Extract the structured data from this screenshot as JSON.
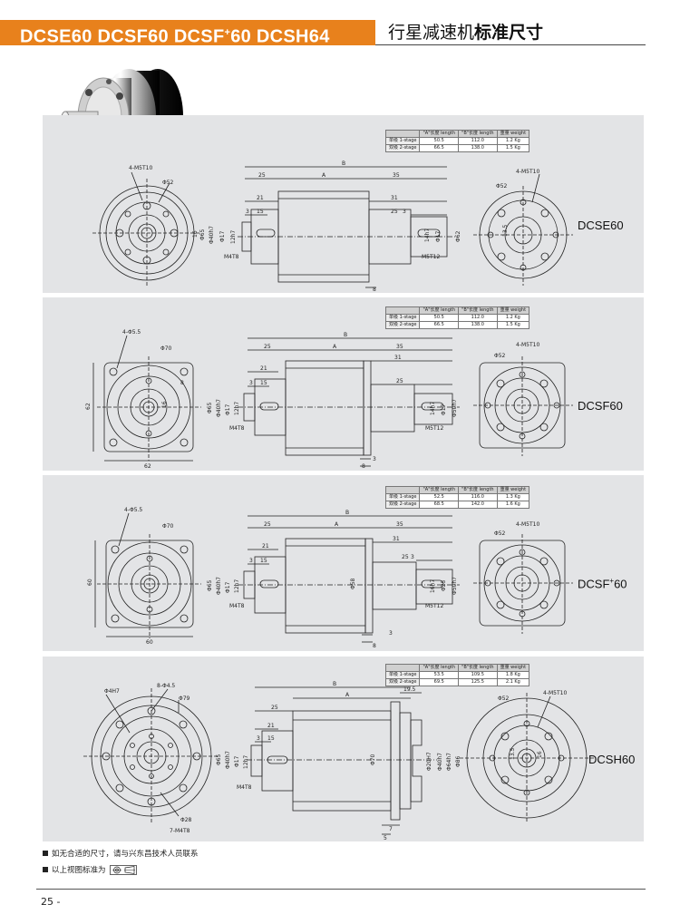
{
  "header": {
    "models_title": "DCSE60 DCSF60 DCSF",
    "models_sup": "+",
    "models_tail": "60 DCSH64",
    "subtitle_a": "行星减速机",
    "subtitle_b": "标准尺寸"
  },
  "table_headers": {
    "a": "\"A\"长度 length",
    "b": "\"B\"长度 length",
    "w": "重量 weight"
  },
  "panels": [
    {
      "model_label": "DCSE60",
      "rows": [
        {
          "stage": "单级 1-stage",
          "a": "50.5",
          "b": "112.0",
          "w": "1.2 Kg"
        },
        {
          "stage": "双级 2-stage",
          "a": "66.5",
          "b": "138.0",
          "w": "1.5 Kg"
        }
      ],
      "labels": {
        "front_bolt": "4-M5T10",
        "front_pcd": "Φ52",
        "dim_b": "B",
        "dim_a": "A",
        "dim_25": "25",
        "dim_35": "35",
        "dim_21": "21",
        "dim_31": "31",
        "dim_3": "3",
        "dim_15": "15",
        "dim_25b": "25",
        "dim_3b": "3",
        "d_65": "Φ65",
        "d_40": "Φ40h7",
        "d_17": "Φ17",
        "d_12": "12h7",
        "d_14": "14h7",
        "d_17b": "Φ17",
        "d_62": "Φ62",
        "tap_in": "M4T8",
        "tap_out": "M5T12",
        "rear_bolt": "4-M5T10",
        "rear_pcd": "Φ52",
        "d_16": "16",
        "d_135": "13.5",
        "dim_8": "8"
      }
    },
    {
      "model_label_a": "DCSF60",
      "rows": [
        {
          "stage": "单级 1-stage",
          "a": "50.5",
          "b": "112.0",
          "w": "1.2 Kg"
        },
        {
          "stage": "双级 2-stage",
          "a": "66.5",
          "b": "138.0",
          "w": "1.5 Kg"
        }
      ],
      "labels": {
        "front_bolt": "4-Φ5.5",
        "front_pcd": "Φ70",
        "front_side": "62",
        "front_bottom": "62",
        "d_16": "16",
        "d_8": "8",
        "dim_b": "B",
        "dim_a": "A",
        "dim_25": "25",
        "dim_35": "35",
        "dim_21": "21",
        "dim_31": "31",
        "dim_3": "3",
        "dim_15": "15",
        "dim_25b": "25",
        "d_65": "Φ65",
        "d_40": "Φ40h7",
        "d_17": "Φ17",
        "d_12": "12h7",
        "d_14": "14h7",
        "d_17b": "Φ17",
        "d_50": "Φ50h7",
        "tap_in": "M4T8",
        "tap_out": "M5T12",
        "rear_bolt": "4-M5T10",
        "rear_pcd": "Φ52",
        "dim_3b": "3",
        "dim_8": "8"
      }
    },
    {
      "model_label_a": "DCSF",
      "model_label_sup": "+",
      "model_label_b": "60",
      "rows": [
        {
          "stage": "单级 1-stage",
          "a": "52.5",
          "b": "116.0",
          "w": "1.3 Kg"
        },
        {
          "stage": "双级 2-stage",
          "a": "68.5",
          "b": "142.0",
          "w": "1.6 Kg"
        }
      ],
      "labels": {
        "front_bolt": "4-Φ5.5",
        "front_pcd": "Φ70",
        "front_side": "60",
        "front_bottom": "60",
        "dim_b": "B",
        "dim_a": "A",
        "dim_25": "25",
        "dim_35": "35",
        "dim_21": "21",
        "dim_31": "31",
        "dim_3": "3",
        "dim_15": "15",
        "dim_25b": "25",
        "dim_3c": "3",
        "d_65": "Φ65",
        "d_40": "Φ40h7",
        "d_17": "Φ17",
        "d_12": "12h7",
        "d_58": "Φ58",
        "d_16": "16h7",
        "d_25": "Φ25",
        "d_50": "Φ50h7",
        "tap_in": "M4T8",
        "tap_out": "M5T12",
        "rear_bolt": "4-M5T10",
        "rear_pcd": "Φ52",
        "dim_3b": "3",
        "dim_8": "8"
      }
    },
    {
      "model_label": "DCSH60",
      "rows": [
        {
          "stage": "单级 1-stage",
          "a": "53.5",
          "b": "109.5",
          "w": "1.8 Kg"
        },
        {
          "stage": "双级 2-stage",
          "a": "69.5",
          "b": "125.5",
          "w": "2.1 Kg"
        }
      ],
      "labels": {
        "front_h": "Φ4H7",
        "front_bolt": "8-Φ4.5",
        "front_pcd": "Φ79",
        "front_28": "Φ28",
        "front_tap": "7-M4T8",
        "dim_b": "B",
        "dim_a": "A",
        "dim_195": "19.5",
        "dim_25": "25",
        "dim_21": "21",
        "dim_15": "15",
        "dim_3": "3",
        "d_65": "Φ65",
        "d_40": "Φ40h7",
        "d_17": "Φ17",
        "d_12": "12h7",
        "d_70": "Φ70",
        "d_20": "Φ20H7",
        "d_40b": "Φ40h7",
        "d_64": "Φ64h7",
        "d_86": "Φ86",
        "tap_in": "M4T8",
        "dim_7": "7",
        "dim_5": "5",
        "rear_bolt": "4-M5T10",
        "rear_pcd": "Φ52",
        "d_135": "13.5",
        "d_16": "16"
      }
    }
  ],
  "notes": {
    "note1": "如无合适的尺寸，请与兴东昌技术人员联系",
    "note2": "以上视图标准为"
  },
  "page": {
    "number": "25",
    "dash": "-"
  }
}
